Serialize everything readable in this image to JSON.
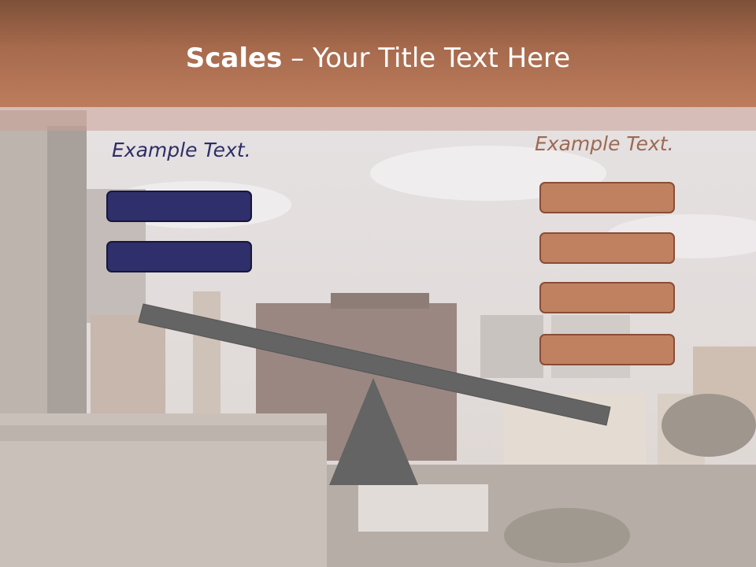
{
  "slide": {
    "title_bold": "Scales",
    "title_rest": " – Your Title Text Here",
    "left_label": "Example Text.",
    "right_label": "Example Text.",
    "left_box_count": 2,
    "right_box_count": 4
  },
  "colors": {
    "header_top": "#7d5038",
    "header_bottom": "#bd7d5d",
    "left_accent": "#2f2f6b",
    "right_accent": "#c08161",
    "scale_gray": "#646464"
  },
  "icons": {
    "beam": "seesaw-beam",
    "fulcrum": "triangle-fulcrum"
  }
}
